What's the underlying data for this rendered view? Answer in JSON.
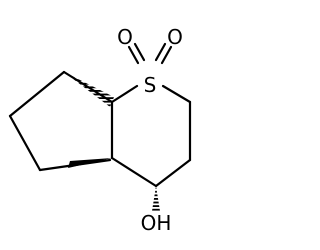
{
  "structure": {
    "atoms": {
      "sulfur": "S",
      "oxygen_left": "O",
      "oxygen_right": "O",
      "hydroxyl": "OH"
    },
    "colors": {
      "bond": "#000000",
      "label": "#000000",
      "background": "#ffffff"
    }
  }
}
